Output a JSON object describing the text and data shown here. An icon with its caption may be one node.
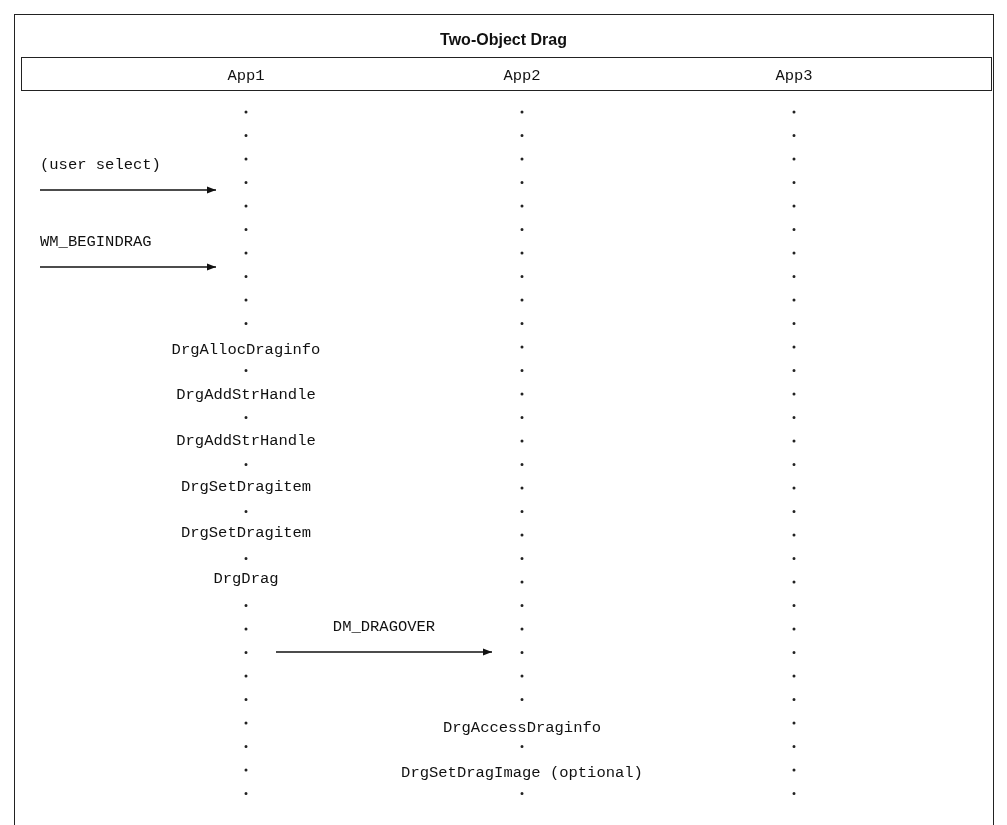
{
  "diagram": {
    "title": "Two-Object Drag",
    "nodes": [
      {
        "text": [
          "App1"
        ]
      },
      {
        "text": [
          "App2"
        ]
      },
      {
        "text": [
          "App3"
        ]
      }
    ],
    "edges": [
      {
        "from": null,
        "to": 0,
        "arrow": "to",
        "label": "(user select)"
      },
      {
        "from": null,
        "to": 0,
        "arrow": "to",
        "label": "WM_BEGINDRAG"
      },
      {
        "from": 0,
        "to": 1,
        "arrow": "to",
        "label": "DM_DRAGOVER"
      }
    ],
    "labels": [
      "DrgAllocDraginfo",
      "DrgAddStrHandle",
      "DrgAddStrHandle",
      "DrgSetDragitem",
      "DrgSetDragitem",
      "DrgDrag",
      "DrgAccessDraginfo",
      "DrgSetDragImage (optional)"
    ]
  }
}
